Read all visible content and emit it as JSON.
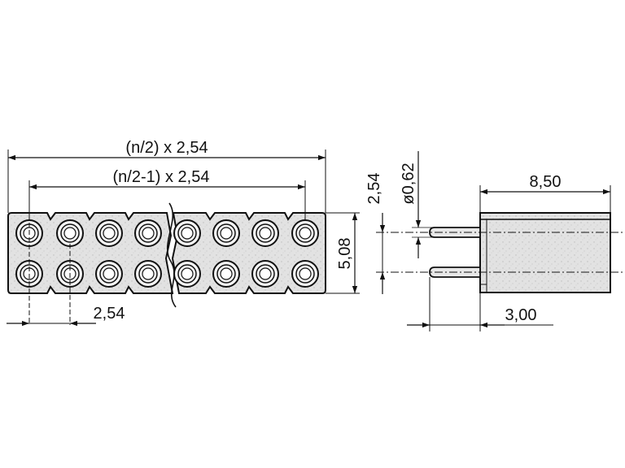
{
  "diagram": {
    "colors": {
      "line": "#111111",
      "body_fill": "#dcdcdc",
      "hole_ring": "#f4f4f4",
      "hole_center": "#ffffff"
    },
    "front_view": {
      "overall_width_label": "(n/2) x 2,54",
      "pitch_span_label": "(n/2-1) x 2,54",
      "pitch_label": "2,54",
      "height_label": "5,08",
      "columns_visible": 8,
      "rows": 2
    },
    "side_view": {
      "row_pitch_label": "2,54",
      "pin_diameter_label": "ø0,62",
      "body_depth_label": "8,50",
      "pin_length_label": "3,00"
    }
  }
}
